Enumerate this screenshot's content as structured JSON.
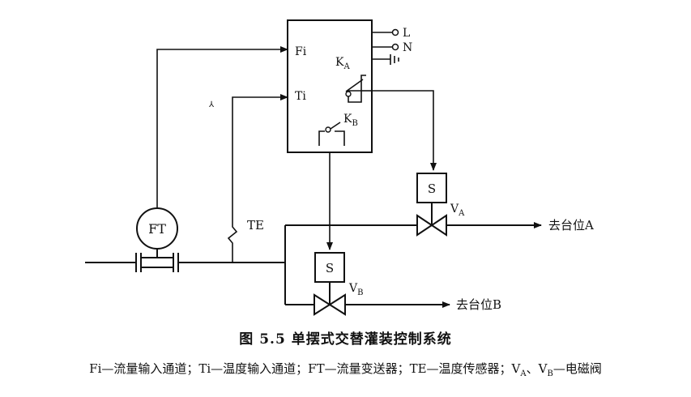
{
  "diagram": {
    "controller": {
      "input_fi": "Fi",
      "input_ti": "Ti",
      "terminal_l": "L",
      "terminal_n": "N",
      "relay_a": {
        "main": "K",
        "sub": "A"
      },
      "relay_b": {
        "main": "K",
        "sub": "B"
      }
    },
    "flow_transmitter": "FT",
    "temperature_sensor": "TE",
    "valve_a": {
      "solenoid": "S",
      "label_main": "V",
      "label_sub": "A",
      "outlet": "去台位A"
    },
    "valve_b": {
      "solenoid": "S",
      "label_main": "V",
      "label_sub": "B",
      "outlet": "去台位B"
    },
    "stray_mark": "⅄"
  },
  "figure": {
    "title": "图 5.5   单摆式交替灌装控制系统",
    "legend": "Fi—流量输入通道；Ti—温度输入通道；FT—流量变送器；TE—温度传感器；V",
    "legend_sub_a": "A",
    "legend_sep": "、V",
    "legend_sub_b": "B",
    "legend_tail": "—电磁阀"
  },
  "colors": {
    "line": "#111111",
    "background": "#ffffff"
  }
}
